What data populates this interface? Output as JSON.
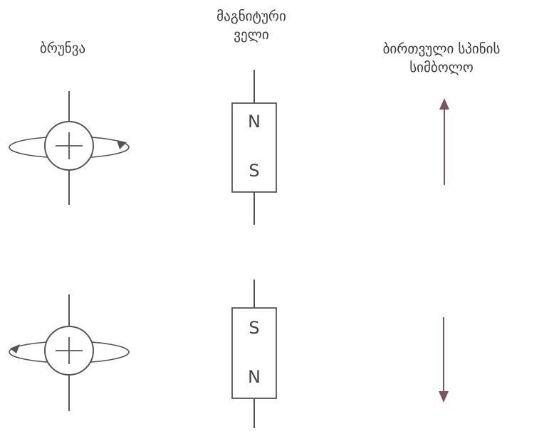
{
  "headers": {
    "rotation": "ბრუნვა",
    "magnetic_field_line1": "მაგნიტური",
    "magnetic_field_line2": "ველი",
    "spin_symbol_line1": "ბირთვული  სპინის",
    "spin_symbol_line2": "სიმბოლო"
  },
  "rows": [
    {
      "magnet_top": "N",
      "magnet_bottom": "S",
      "spin_arrow_direction": "up",
      "rotation_direction": "clockwise"
    },
    {
      "magnet_top": "S",
      "magnet_bottom": "N",
      "spin_arrow_direction": "down",
      "rotation_direction": "counterclockwise"
    }
  ],
  "colors": {
    "line": "#555555",
    "arrow": "#7a5560"
  }
}
